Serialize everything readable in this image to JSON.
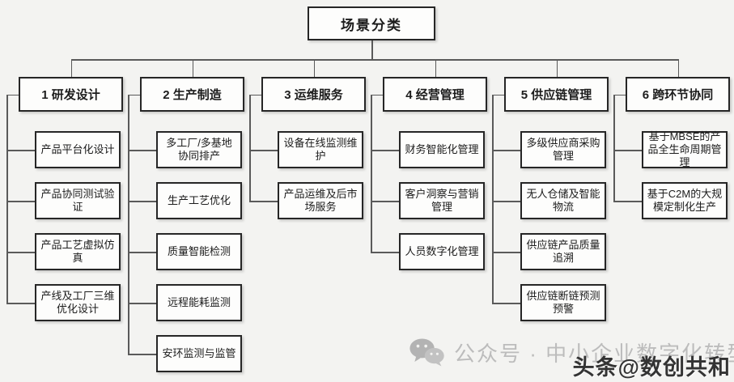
{
  "root": {
    "label": "场景分类"
  },
  "tree": {
    "columns": [
      {
        "id": "rd-design",
        "header": "1 研发设计",
        "children": [
          "产品平台化设计",
          "产品协同测试验证",
          "产品工艺虚拟仿真",
          "产线及工厂三维优化设计"
        ]
      },
      {
        "id": "manufacturing",
        "header": "2 生产制造",
        "children": [
          "多工厂/多基地协同排产",
          "生产工艺优化",
          "质量智能检测",
          "远程能耗监测",
          "安环监测与监管"
        ]
      },
      {
        "id": "operations-service",
        "header": "3 运维服务",
        "children": [
          "设备在线监测维护",
          "产品运维及后市场服务"
        ]
      },
      {
        "id": "business-mgmt",
        "header": "4 经营管理",
        "children": [
          "财务智能化管理",
          "客户洞察与营销管理",
          "人员数字化管理"
        ]
      },
      {
        "id": "supply-chain",
        "header": "5 供应链管理",
        "children": [
          "多级供应商采购管理",
          "无人仓储及智能物流",
          "供应链产品质量追溯",
          "供应链断链预测预警"
        ]
      },
      {
        "id": "cross-link",
        "header": "6 跨环节协同",
        "children": [
          "基于MBSE的产品全生命周期管理",
          "基于C2M的大规模定制化生产"
        ]
      }
    ]
  },
  "watermarks": {
    "wechat_text": "公众号 · 中小企业数字化转型",
    "toutiao_text": "头条@数创共和",
    "wechat_icon": "wechat-icon"
  },
  "colors": {
    "background": "#f3f3f1",
    "box_background": "#fdfdfc",
    "box_border": "#262626",
    "connector": "#5a5a5a",
    "watermark_light": "#bcbcbc",
    "watermark_dark": "#333333"
  }
}
